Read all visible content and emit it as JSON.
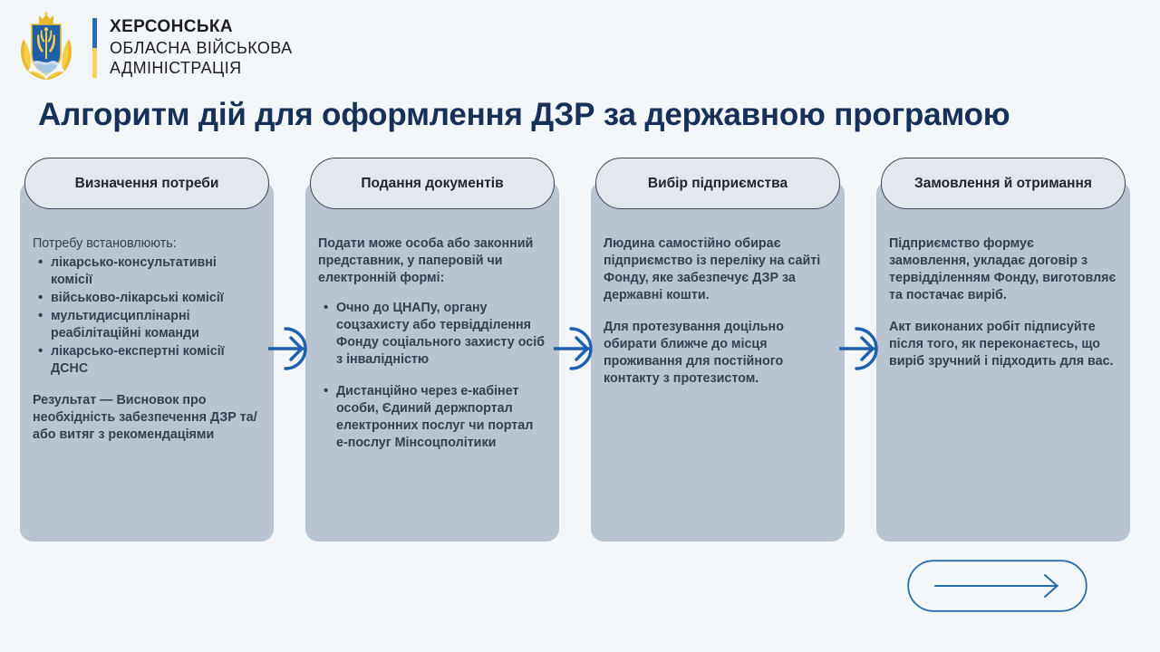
{
  "header": {
    "emblem_icon": "kherson-coat-of-arms-icon",
    "flag_bar_icon": "ukraine-flag-bar-icon",
    "org_line_1": "ХЕРСОНСЬКА",
    "org_line_2": "ОБЛАСНА ВІЙСЬКОВА",
    "org_line_3": "АДМІНІСТРАЦІЯ"
  },
  "title": "Алгоритм дій для оформлення ДЗР за державною програмою",
  "colors": {
    "page_background": "#f4f7fa",
    "title_navy": "#16305a",
    "card_body": "#b9c4d0",
    "card_header": "#e3e8ee",
    "card_header_border": "#3d4654",
    "body_text": "#35404e",
    "arrow_blue": "#1f5fb0",
    "pill_arrow_blue": "#2a6ca8",
    "flag_blue": "#2b6cb5",
    "flag_yellow": "#f4d35e"
  },
  "steps": [
    {
      "header": "Визначення потреби",
      "intro": "Потребу встановлюють:",
      "intro_bold": false,
      "bullets": [
        "лікарсько-консультативні комісії",
        "військово-лікарські комісії",
        "мультидисциплінарні реабілітаційні команди",
        "лікарсько-експертні комісії ДСНС"
      ],
      "bullets_spaced": false,
      "paragraphs": [
        "Результат — Висновок про необхідність забезпечення ДЗР та/або витяг з рекомендаціями"
      ]
    },
    {
      "header": "Подання документів",
      "intro": "Подати може особа або законний представник, у паперовій чи електронній формі:",
      "intro_bold": true,
      "bullets": [
        "Очно до ЦНАПу, органу соцзахисту або тервідділення Фонду соціального захисту осіб з інвалідністю",
        "Дистанційно через е-кабінет особи, Єдиний держпортал електронних послуг чи портал е-послуг Мінсоцполітики"
      ],
      "bullets_spaced": true,
      "paragraphs": []
    },
    {
      "header": "Вибір підприємства",
      "intro": "",
      "intro_bold": false,
      "bullets": [],
      "bullets_spaced": false,
      "paragraphs": [
        "Людина самостійно обирає підприємство із переліку на сайті Фонду, яке забезпечує ДЗР за державні кошти.",
        "Для протезування доцільно обирати ближче до місця проживання для постійного контакту з протезистом."
      ]
    },
    {
      "header": "Замовлення й отримання",
      "intro": "",
      "intro_bold": false,
      "bullets": [],
      "bullets_spaced": false,
      "paragraphs": [
        "Підприємство формує замовлення, укладає договір з тервідділенням Фонду, виготовляє та постачає виріб.",
        "Акт виконаних робіт підписуйте після того, як переконаєтесь, що виріб зручний і підходить для вас."
      ]
    }
  ],
  "connectors": [
    {
      "icon": "circle-arrow-right-icon"
    },
    {
      "icon": "circle-arrow-right-icon"
    },
    {
      "icon": "circle-arrow-right-icon"
    }
  ],
  "bottom_arrow": {
    "icon": "pill-long-arrow-right-icon"
  }
}
